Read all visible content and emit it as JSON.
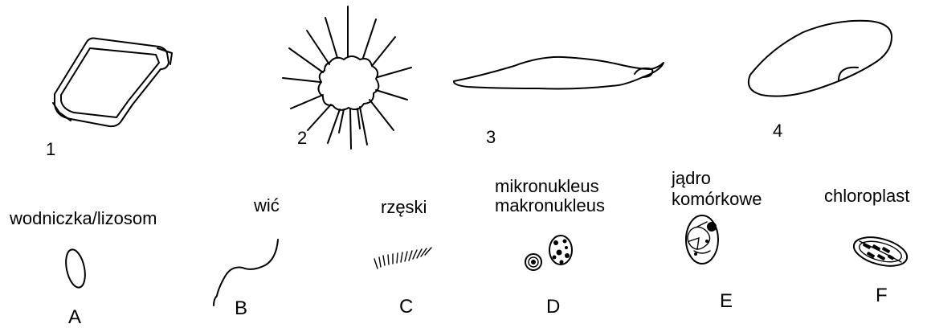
{
  "organisms": [
    {
      "number": "1",
      "icon": "elongated-rectangular-cell-icon"
    },
    {
      "number": "2",
      "icon": "radiating-cell-icon"
    },
    {
      "number": "3",
      "icon": "spindle-cell-icon"
    },
    {
      "number": "4",
      "icon": "slipper-cell-icon"
    }
  ],
  "structures": [
    {
      "letter": "A",
      "label": "wodniczka/lizosom",
      "icon": "vacuole-icon"
    },
    {
      "letter": "B",
      "label": "wić",
      "icon": "flagellum-icon"
    },
    {
      "letter": "C",
      "label": "rzęski",
      "icon": "cilia-icon"
    },
    {
      "letter": "D",
      "label_line1": "mikronukleus",
      "label_line2": "makronukleus",
      "icon": "nuclei-icon"
    },
    {
      "letter": "E",
      "label_line1": "jądro",
      "label_line2": "komórkowe",
      "icon": "cell-nucleus-icon"
    },
    {
      "letter": "F",
      "label": "chloroplast",
      "icon": "chloroplast-icon"
    }
  ]
}
